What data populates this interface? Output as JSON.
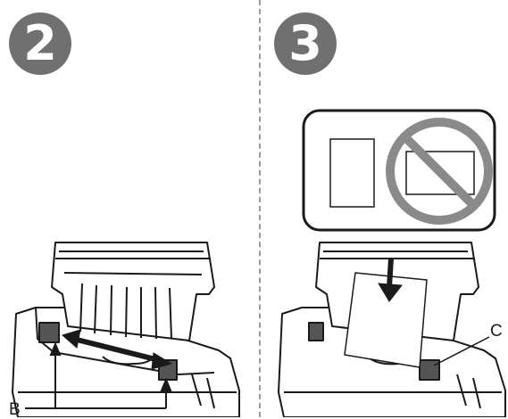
{
  "steps": [
    {
      "number": "2"
    },
    {
      "number": "3"
    }
  ],
  "labels": {
    "b": "B",
    "c": "C"
  },
  "icons": {
    "prohibited": "prohibition-icon",
    "direction": "arrow-icon"
  },
  "colors": {
    "badge": "#707070",
    "line": "#1a1a1a",
    "divider": "#9a9a9a",
    "guide": "#555555"
  }
}
